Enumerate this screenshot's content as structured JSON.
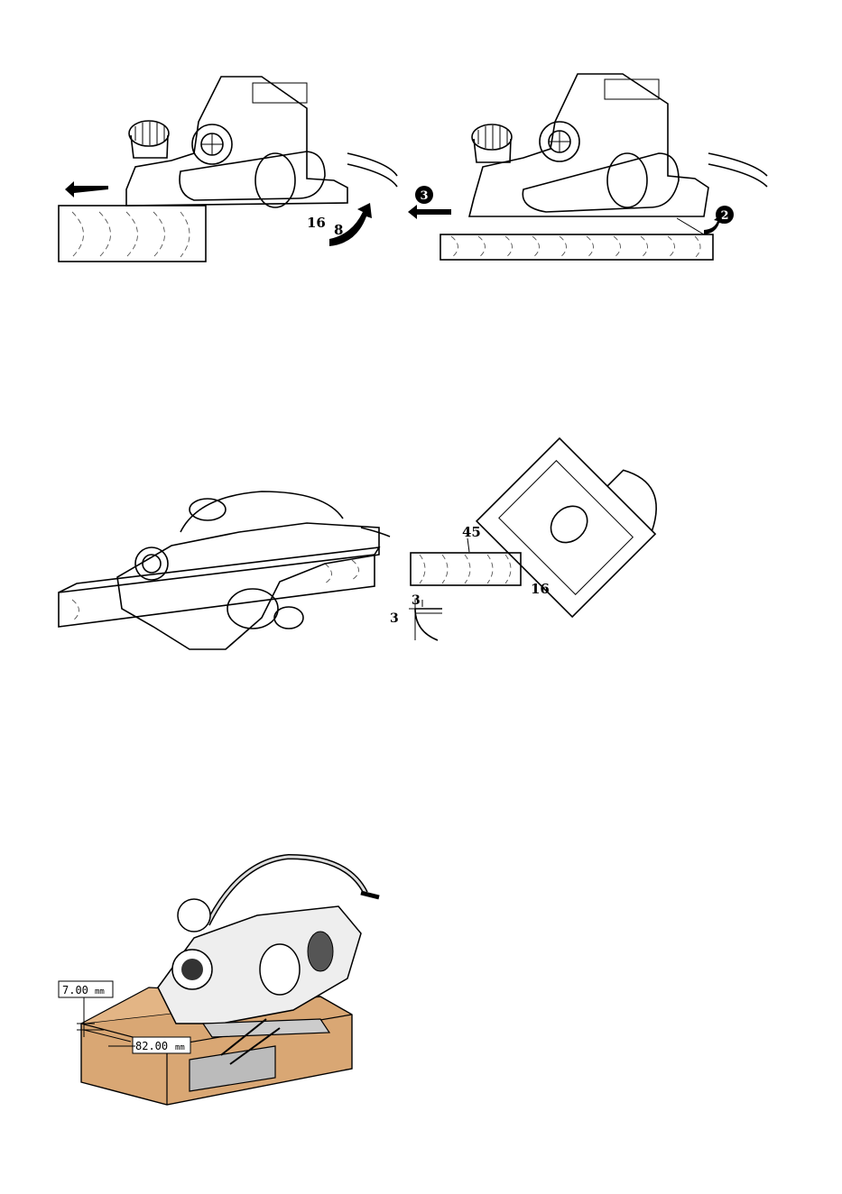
{
  "figures": {
    "fig1": {
      "labels": {
        "part_16": "16",
        "part_8": "8"
      }
    },
    "fig2": {
      "labels": {
        "step_3": "3",
        "step_2": "2"
      }
    },
    "fig4": {
      "labels": {
        "angle": "45",
        "part_16": "16",
        "dim_h": "3",
        "dim_v": "3"
      }
    },
    "fig5": {
      "labels": {
        "depth": "7.00",
        "depth_unit": "mm",
        "width": "82.00",
        "width_unit": "mm"
      }
    }
  }
}
